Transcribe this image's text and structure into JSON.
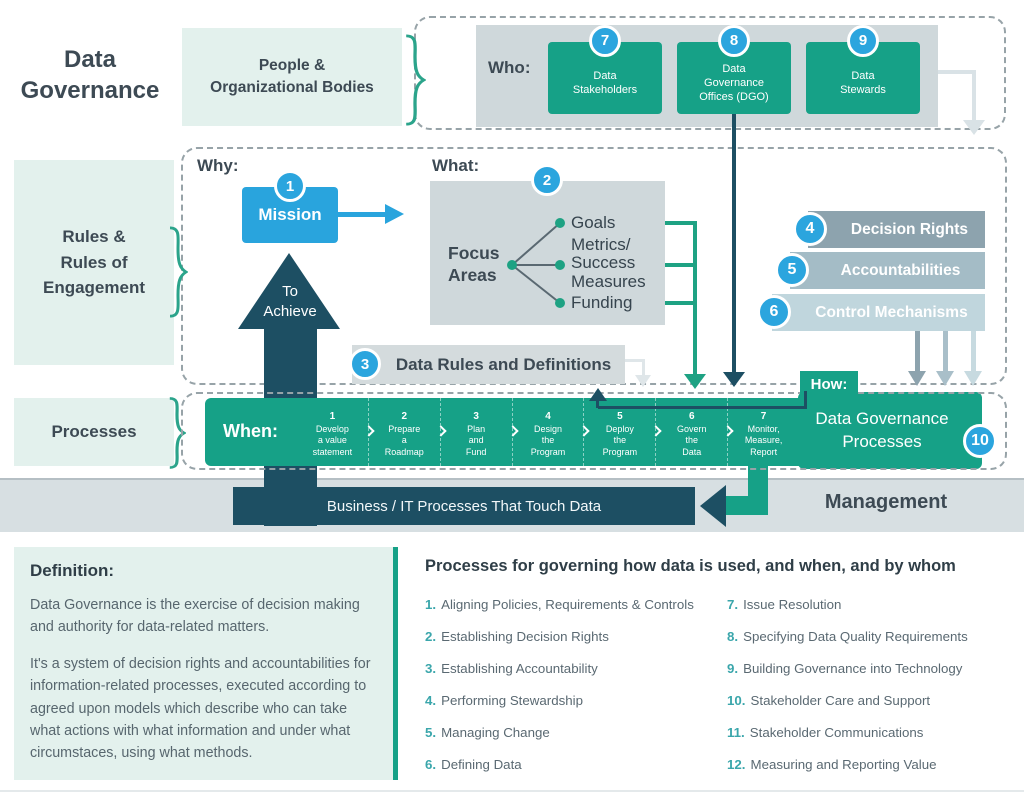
{
  "title": "Data\nGovernance",
  "people_box": "People &\nOrganizational Bodies",
  "rules_box": "Rules &\nRules of\nEngagement",
  "processes_box": "Processes",
  "who": {
    "label": "Who:",
    "boxes": [
      {
        "num": "7",
        "label": "Data\nStakeholders"
      },
      {
        "num": "8",
        "label": "Data\nGovernance\nOffices (DGO)"
      },
      {
        "num": "9",
        "label": "Data\nStewards"
      }
    ]
  },
  "why": {
    "label": "Why:",
    "mission_num": "1",
    "mission": "Mission",
    "to_achieve": "To\nAchieve"
  },
  "what": {
    "label": "What:",
    "num": "2",
    "focus": "Focus\nAreas",
    "items": [
      "Goals",
      "Metrics/\nSuccess\nMeasures",
      "Funding"
    ]
  },
  "rights_bars": [
    {
      "num": "4",
      "label": "Decision Rights"
    },
    {
      "num": "5",
      "label": "Accountabilities"
    },
    {
      "num": "6",
      "label": "Control Mechanisms"
    }
  ],
  "data_rules": {
    "num": "3",
    "label": "Data Rules and Definitions"
  },
  "when": {
    "label": "When:",
    "steps": [
      {
        "num": "1",
        "label": "Develop\na value\nstatement"
      },
      {
        "num": "2",
        "label": "Prepare\na\nRoadmap"
      },
      {
        "num": "3",
        "label": "Plan\nand\nFund"
      },
      {
        "num": "4",
        "label": "Design\nthe\nProgram"
      },
      {
        "num": "5",
        "label": "Deploy\nthe\nProgram"
      },
      {
        "num": "6",
        "label": "Govern\nthe\nData"
      },
      {
        "num": "7",
        "label": "Monitor,\nMeasure,\nReport"
      }
    ]
  },
  "how": {
    "label": "How:",
    "box": "Data Governance\nProcesses",
    "num": "10"
  },
  "business_bar": "Business / IT Processes That Touch Data",
  "management": "Management",
  "definition": {
    "heading": "Definition:",
    "p1": "Data Governance is the exercise of decision making and authority for data-related matters.",
    "p2": "It's a system of decision rights and accountabilities for information-related processes, executed according to agreed upon models which describe who can take what actions with what information and under what circumstaces, using what methods."
  },
  "processes_list": {
    "heading": "Processes for governing how data is used, and when, and by whom",
    "left": [
      {
        "num": "1.",
        "text": "Aligning Policies, Requirements & Controls"
      },
      {
        "num": "2.",
        "text": "Establishing Decision Rights"
      },
      {
        "num": "3.",
        "text": "Establishing Accountability"
      },
      {
        "num": "4.",
        "text": "Performing Stewardship"
      },
      {
        "num": "5.",
        "text": "Managing Change"
      },
      {
        "num": "6.",
        "text": "Defining Data"
      }
    ],
    "right": [
      {
        "num": "7.",
        "text": "Issue Resolution"
      },
      {
        "num": "8.",
        "text": "Specifying Data Quality Requirements"
      },
      {
        "num": "9.",
        "text": "Building Governance into Technology"
      },
      {
        "num": "10.",
        "text": "Stakeholder Care and Support"
      },
      {
        "num": "11.",
        "text": "Stakeholder Communications"
      },
      {
        "num": "12.",
        "text": "Measuring and Reporting Value"
      }
    ]
  },
  "colors": {
    "green": "#16a187",
    "blue": "#2ba5de",
    "navy": "#1d4f63",
    "mint": "#e3f1ed"
  }
}
